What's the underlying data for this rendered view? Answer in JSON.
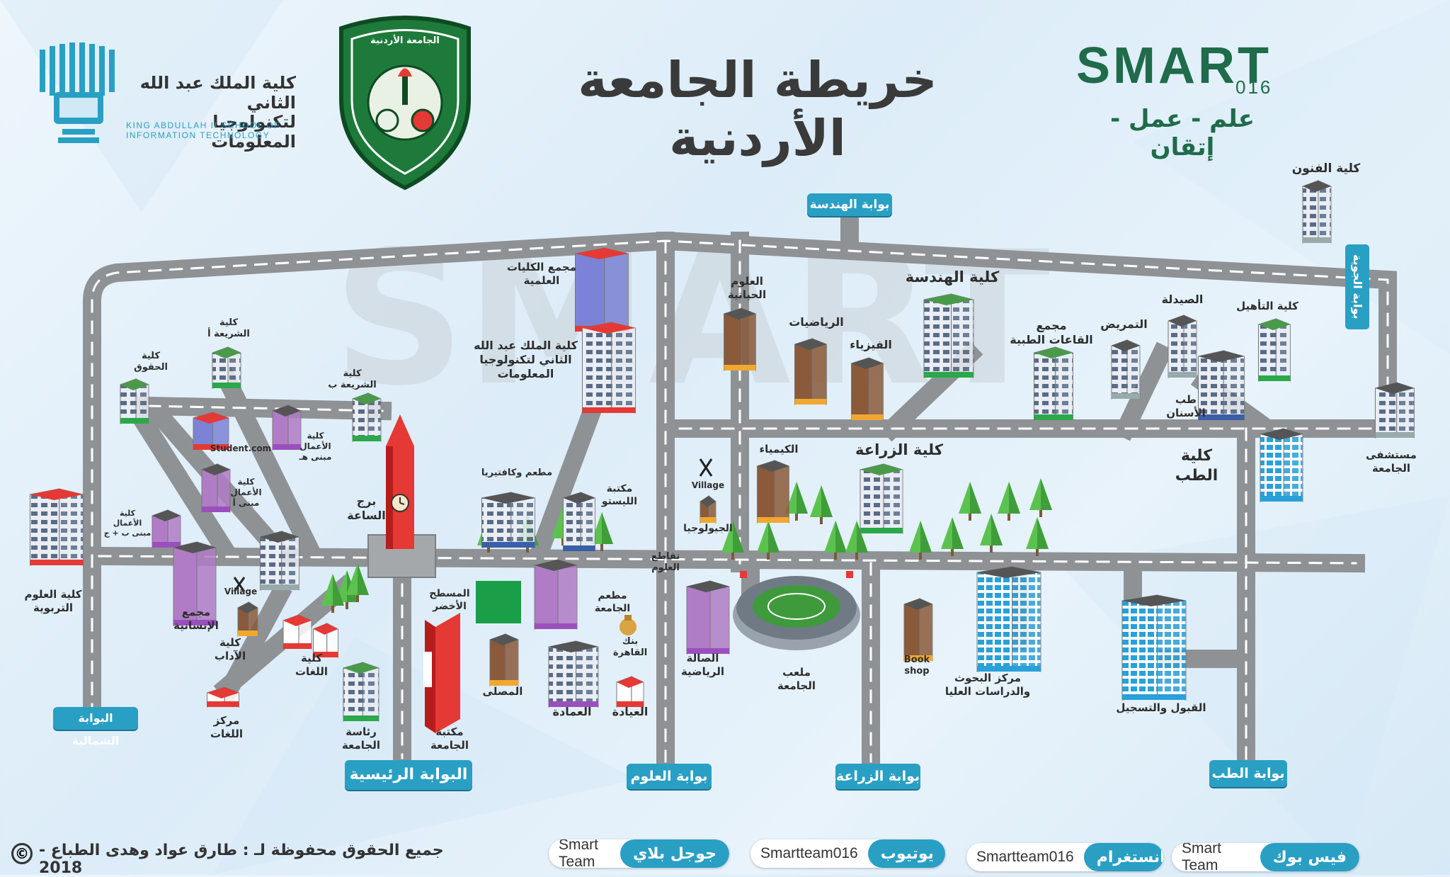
{
  "header": {
    "title": "خريطة الجامعة الأردنية",
    "school_ar": "كلية الملك عبد الله الثاني\nلتكنولوجيا المعلومات",
    "school_en": "KING ABDULLAH II SCHOOL OF\nINFORMATION TECHNOLOGY",
    "smart_logo": "SMART",
    "smart_year": "016",
    "motto": "علم - عمل - إتقان",
    "seal_text": "الجامعة الأردنية"
  },
  "gates": {
    "engineering": "بوابة الهندسة",
    "north": "البوابة الشمالية",
    "main": "البوابة الرئيسية",
    "sciences": "بوابة العلوم",
    "agriculture": "بوابة الزراعة",
    "medicine": "بوابة الطب",
    "aviation": "بوابة الجوية"
  },
  "places": {
    "arts": "كلية الفنون",
    "engineering": "كلية الهندسة",
    "science_complex": "مجمع الكليات\nالعلمية",
    "kasit": "كلية الملك عبد الله\nالثاني لتكنولوجيا\nالمعلومات",
    "bio": "العلوم\nالحياتية",
    "math": "الرياضيات",
    "physics": "الفيزياء",
    "medical_halls": "مجمع\nالقاعات الطبية",
    "nursing": "التمريض",
    "pharmacy": "الصيدلة",
    "rehab": "كلية التأهيل",
    "dentistry": "طب\nالأسنان",
    "hospital": "مستشفى\nالجامعة",
    "medicine": "كلية\nالطب",
    "agriculture": "كلية الزراعة",
    "chemistry": "الكيمياء",
    "village_geo": "Village",
    "geology": "الجيولوجيا",
    "sci_intersection": "تقاطع\nالعلوم",
    "restaurant_cafe": "مطعم وكافتيريا",
    "listo": "مكتبة\nالليستو",
    "clock_tower": "برج\nالساعة",
    "sharia_a": "كلية\nالشريعة أ",
    "sharia_b": "كلية\nالشريعة ب",
    "law": "كلية\nالحقوق",
    "business_h": "كلية\nالأعمال\nمبنى هـ",
    "student_com": "Student.com",
    "business_a": "كلية\nالأعمال\nمبنى أ",
    "business_bj": "كلية\nالأعمال\nمبنى ب + ج",
    "education": "كلية العلوم\nالتربوية",
    "village_hum": "Village",
    "humanities": "مجمع\nالإنسانية",
    "arts_faculty": "كلية\nالآداب",
    "languages": "كلية\nاللغات",
    "lang_center": "مركز\nاللغات",
    "presidency": "رئاسة\nالجامعة",
    "green_area": "المسطح\nالأخضر",
    "library": "مكتبة\nالجامعة",
    "mosque": "المصلى",
    "uni_restaurant": "مطعم\nالجامعة",
    "cairo_bank": "بنك\nالقاهرة",
    "deanship": "العمادة",
    "clinic": "العيادة",
    "sports_hall": "الصالة\nالرياضية",
    "stadium": "ملعب\nالجامعة",
    "bookshop": "Book\nshop",
    "research": "مركز البحوث\nوالدراسات العليا",
    "admission": "القبول والتسجيل"
  },
  "footer": {
    "copyright": "جميع الحقوق محفوظة لـ : طارق عواد وهدى الطباع - 2018",
    "socials": [
      {
        "platform": "جوجل بلاي",
        "account": "Smart Team"
      },
      {
        "platform": "يوتيوب",
        "account": "Smartteam016"
      },
      {
        "platform": "انستغرام",
        "account": "Smartteam016"
      },
      {
        "platform": "فيس بوك",
        "account": "Smart Team"
      }
    ]
  },
  "colors": {
    "road": "#8f9295",
    "road_line": "#ffffff",
    "accent_blue": "#2a9fc4",
    "smart_green": "#1f6b4a",
    "seal_green": "#1e7a3a",
    "grass": "#1a9e47",
    "tree": "#5cc24f"
  }
}
